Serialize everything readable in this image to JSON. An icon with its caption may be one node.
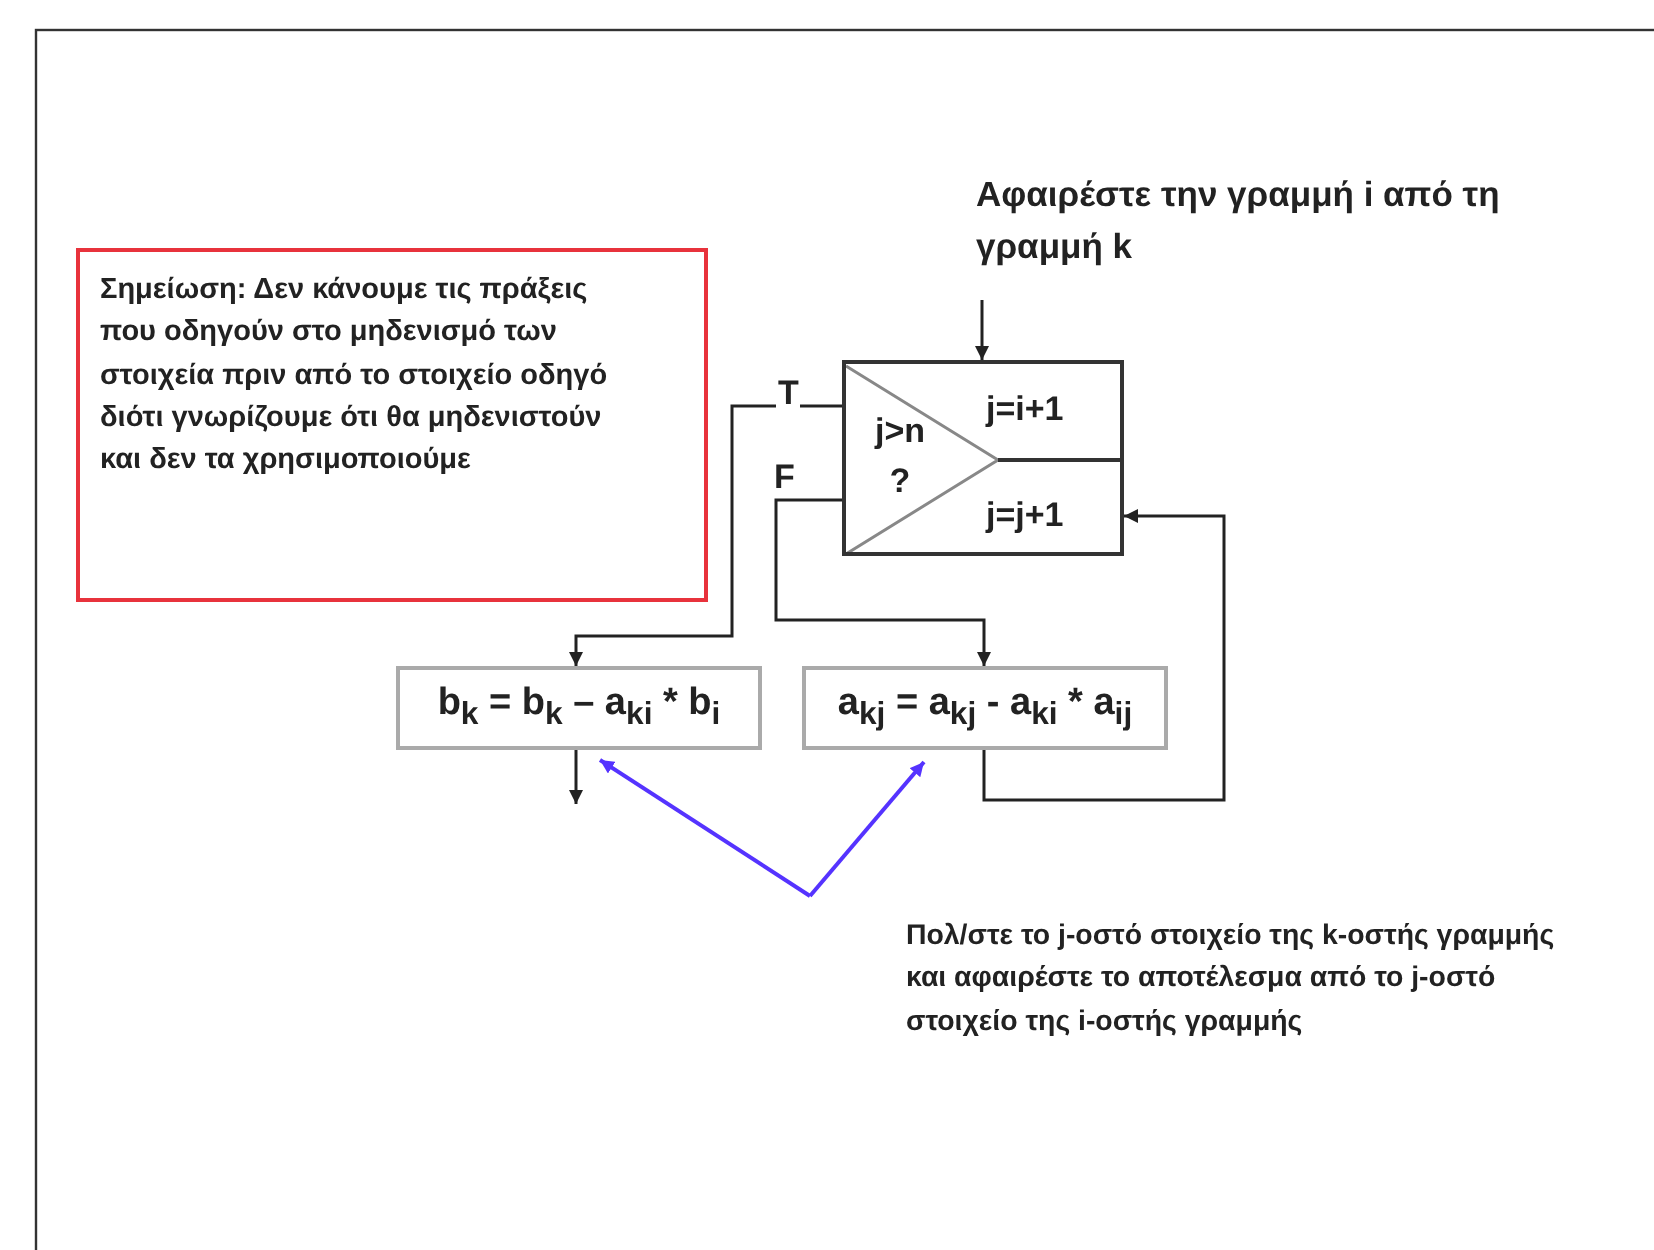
{
  "diagram": {
    "nodes": [
      {
        "text": [
          "Αφαιρέστε την γραμμή i από τη γραμμή k"
        ]
      },
      {
        "text": [
          "Σημείωση: Δεν κάνουμε τις πράξεις που οδηγούν στο μηδενισμό των στοιχεία πριν από το στοιχείο οδηγό διότι γνωρίζουμε ότι θα μηδενιστούν και δεν τα χρησιμοποιούμε"
        ]
      },
      {
        "text": [
          "j>n ?",
          "j=i+1",
          "j=j+1"
        ]
      },
      {
        "text": [
          "b$_{k}$ = b$_{k}$ – a$_{ki}$ * b$_{i}$"
        ]
      },
      {
        "text": [
          "a$_{kj}$ = a$_{kj}$ - a$_{ki}$ * a$_{ij}$"
        ]
      },
      {
        "text": [
          "Πολ/στε το j-οστό στοιχείο της k-οστής γραμμής και αφαιρέστε το αποτέλεσμα από το j-οστό στοιχείο της i-οστής γραμμής"
        ]
      }
    ],
    "edges": [
      {
        "from": 0,
        "to": 2,
        "arrow": "to"
      },
      {
        "from": 2,
        "to": 3,
        "arrow": "to",
        "label": "T"
      },
      {
        "from": 2,
        "to": 4,
        "arrow": "to",
        "label": "F"
      },
      {
        "from": 4,
        "to": 2,
        "arrow": "to"
      },
      {
        "from": 3,
        "to": null,
        "arrow": "to"
      },
      {
        "from": 5,
        "to": 3,
        "arrow": "to",
        "color": "#5533ff"
      },
      {
        "from": 5,
        "to": 4,
        "arrow": "to",
        "color": "#5533ff"
      }
    ]
  }
}
